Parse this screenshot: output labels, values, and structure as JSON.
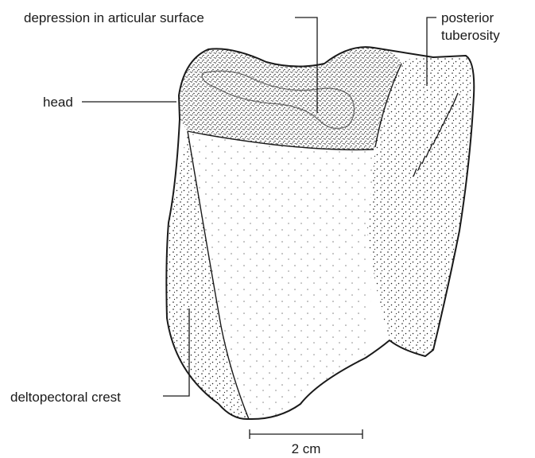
{
  "labels": {
    "depression": "depression in articular surface",
    "posterior_line1": "posterior",
    "posterior_line2": "tuberosity",
    "head": "head",
    "deltopectoral": "deltopectoral crest"
  },
  "scale_bar": {
    "label": "2 cm"
  },
  "colors": {
    "ink": "#1a1a1a",
    "paper": "#ffffff"
  }
}
